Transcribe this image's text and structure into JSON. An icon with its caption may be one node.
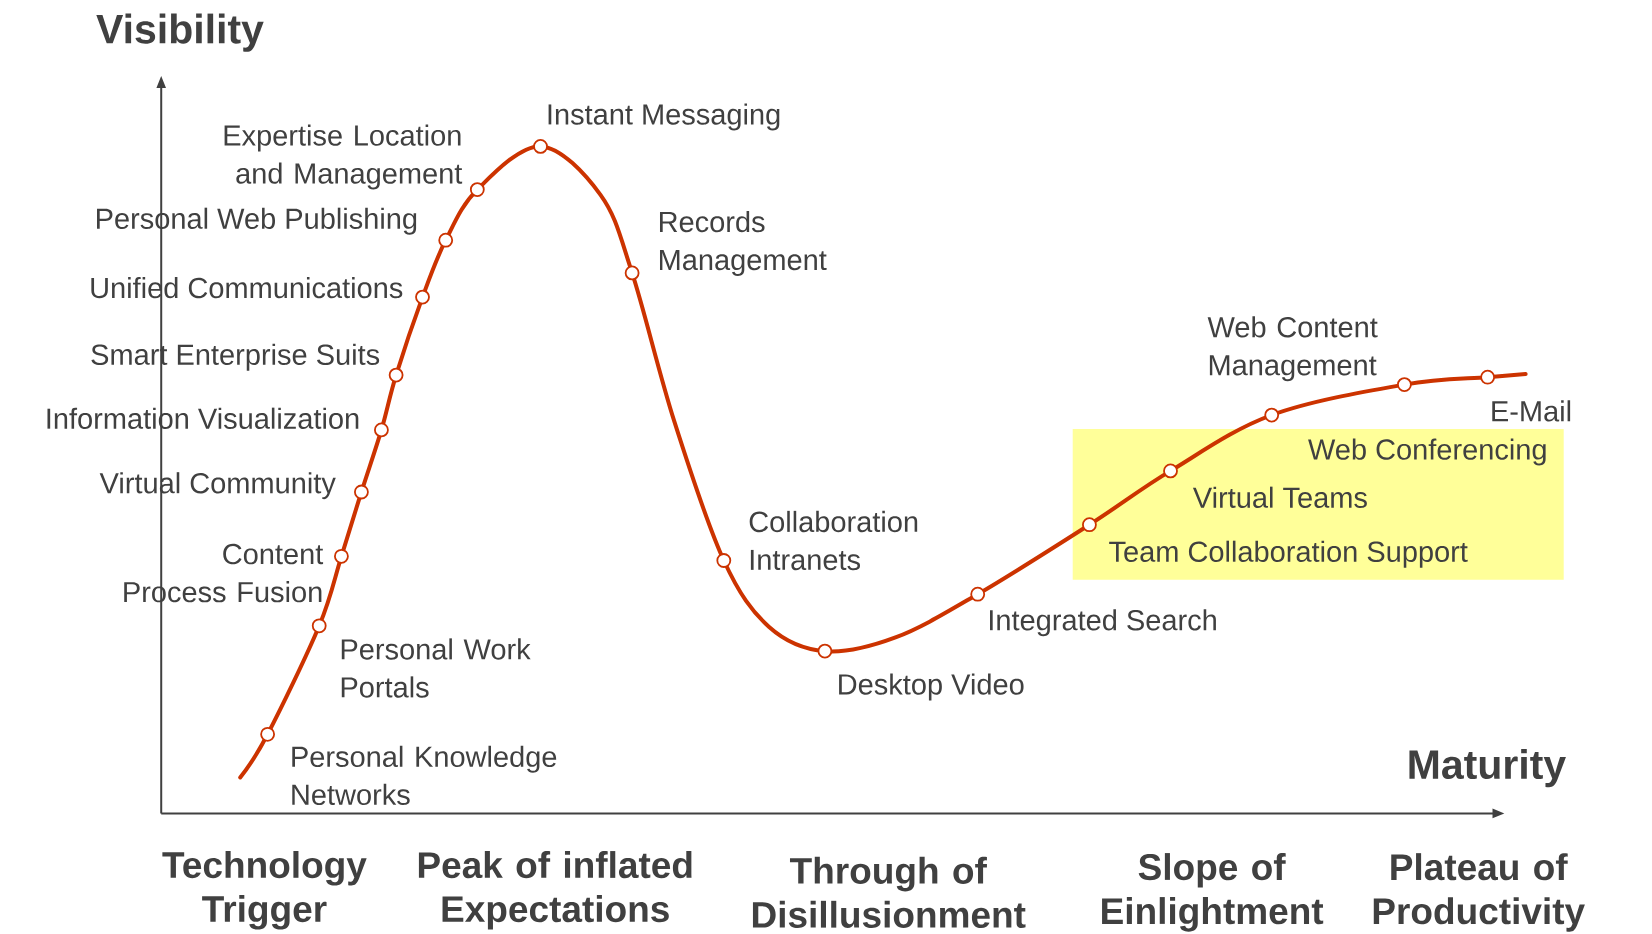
{
  "diagram": {
    "nodes": [
      {
        "text": [
          "Web Conferencing",
          "Virtual Teams",
          "Team Collaboration Support"
        ]
      }
    ],
    "labels": [
      "Visibility",
      "Instant Messaging",
      "Expertise Location and Management",
      "Personal Web Publishing",
      "Unified Communications",
      "Smart Enterprise Suits",
      "Information Visualization",
      "Virtual Community",
      "Content Process Fusion",
      "Personal Work Portals",
      "Personal Knowledge Networks",
      "Records Management",
      "Collaboration Intranets",
      "Desktop Video",
      "Integrated Search",
      "Web Content Management",
      "E-Mail",
      "Maturity",
      "Technology Trigger",
      "Peak of inflated Expectations",
      "Through of Disillusionment",
      "Slope of Einlightment",
      "Plateau of Productivity"
    ]
  }
}
